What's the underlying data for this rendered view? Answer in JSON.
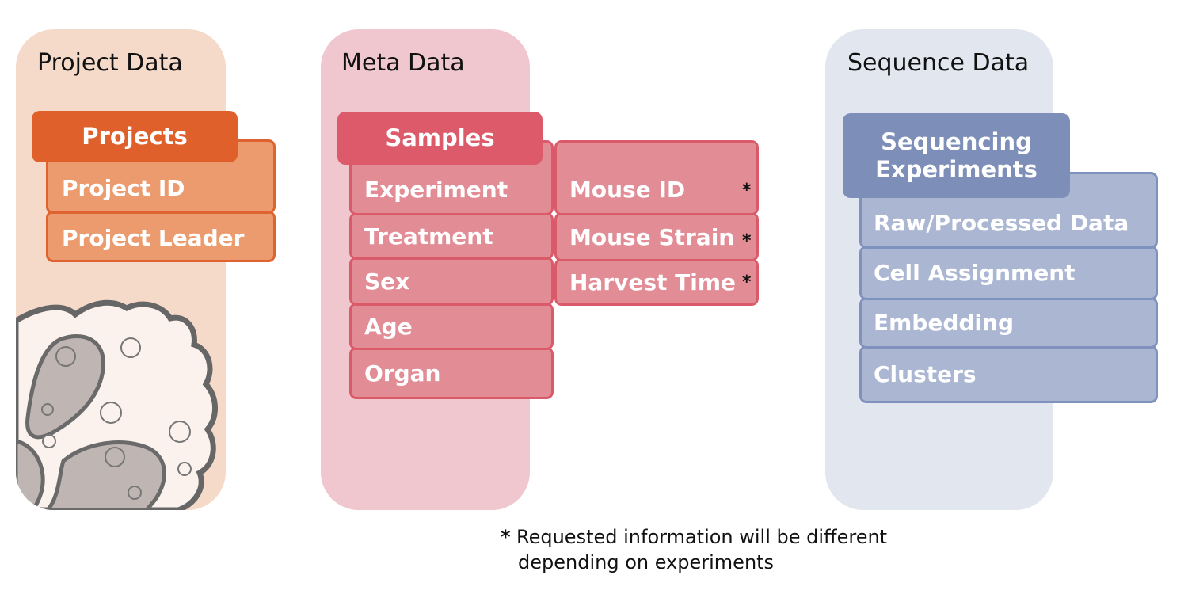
{
  "project_panel": {
    "title": "Project Data",
    "header": "Projects",
    "fields": [
      "Project ID",
      "Project Leader"
    ]
  },
  "meta_panel": {
    "title": "Meta Data",
    "header": "Samples",
    "fields": [
      "Experiment",
      "Treatment",
      "Sex",
      "Age",
      "Organ"
    ],
    "starred_fields": [
      "Mouse ID",
      "Mouse Strain",
      "Harvest Time"
    ],
    "star_mark": "*"
  },
  "sequence_panel": {
    "title": "Sequence Data",
    "header_line1": "Sequencing",
    "header_line2": "Experiments",
    "fields": [
      "Raw/Processed Data",
      "Cell Assignment",
      "Embedding",
      "Clusters"
    ]
  },
  "footnote": {
    "star": "*",
    "line1": "Requested information will be different",
    "line2": "depending on experiments"
  },
  "colors": {
    "project_bg": "#f6dac9",
    "project_accent": "#df602a",
    "meta_bg": "#f0c7ce",
    "meta_accent": "#dc5a69",
    "seq_bg": "#e2e6ee",
    "seq_accent": "#7d8fb8"
  },
  "icons": [
    "cell-illustration"
  ]
}
